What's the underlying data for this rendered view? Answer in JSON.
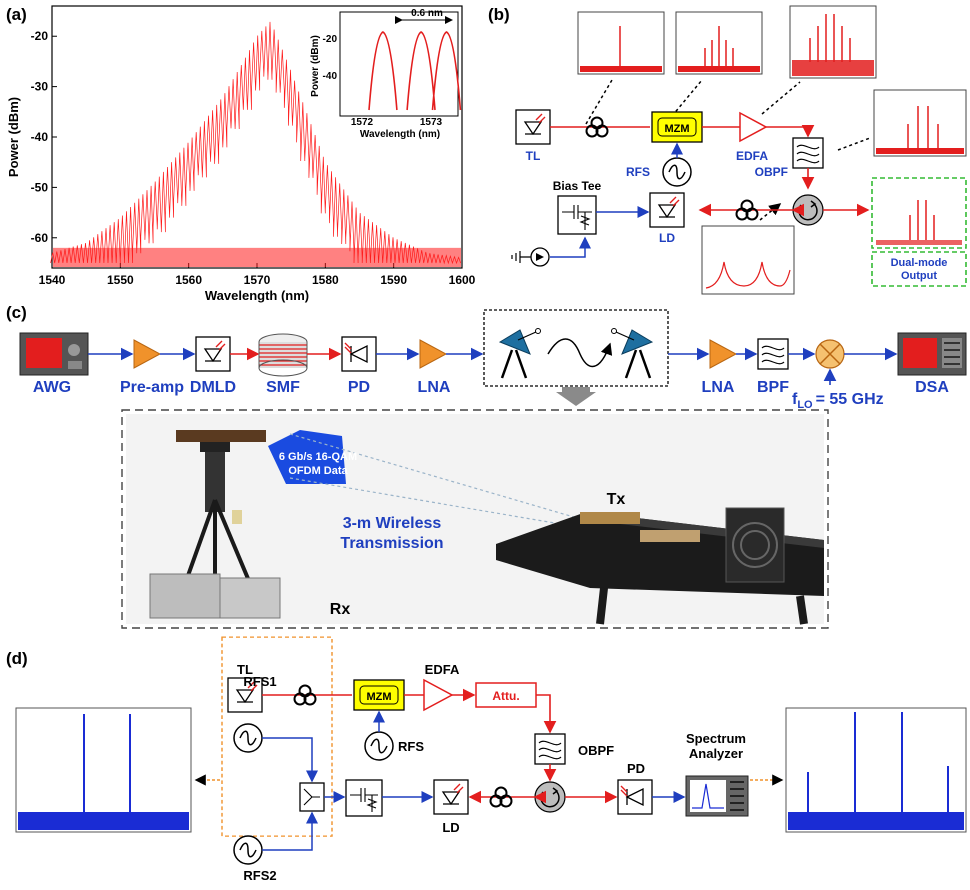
{
  "panels": {
    "a": "(a)",
    "b": "(b)",
    "c": "(c)",
    "d": "(d)"
  },
  "chart_data": {
    "type": "line",
    "xlabel": "Wavelength (nm)",
    "ylabel": "Power (dBm)",
    "xlim": [
      1540,
      1600
    ],
    "ylim": [
      -66,
      -14
    ],
    "xticks": [
      1540,
      1550,
      1560,
      1570,
      1580,
      1590,
      1600
    ],
    "yticks": [
      -60,
      -50,
      -40,
      -30,
      -20
    ],
    "envelope_x": [
      1540,
      1545,
      1550,
      1555,
      1560,
      1565,
      1568,
      1570,
      1572,
      1575,
      1580,
      1585,
      1590,
      1595,
      1600
    ],
    "envelope_y": [
      -63,
      -61,
      -56,
      -49,
      -41,
      -32,
      -25,
      -20,
      -17,
      -27,
      -45,
      -55,
      -60,
      -63,
      -64
    ],
    "line_spacing_nm": 0.6,
    "color": "#ff1a1a",
    "inset": {
      "xlabel": "Wavelength (nm)",
      "ylabel": "Power (dBm)",
      "xticks": [
        1572,
        1573
      ],
      "yticks": [
        -20,
        -40
      ],
      "xlim": [
        1571.6,
        1573.3
      ],
      "peaks_x": [
        1572.15,
        1572.75,
        1573.15
      ],
      "annotation": "0.6 nm"
    }
  },
  "panel_b": {
    "tl": "TL",
    "mzm": "MZM",
    "rfs": "RFS",
    "edfa": "EDFA",
    "obpf": "OBPF",
    "bias_tee": "Bias Tee",
    "ld": "LD",
    "output": "Dual-mode Output"
  },
  "panel_c": {
    "awg": "AWG",
    "preamp": "Pre-amp",
    "dmld": "DMLD",
    "smf": "SMF",
    "pd": "PD",
    "lna1": "LNA",
    "lna2": "LNA",
    "bpf": "BPF",
    "flo_f": "f",
    "flo_sub": "LO",
    "flo_val": "= 55 GHz",
    "dsa": "DSA",
    "photo_data_1": "6 Gb/s 16-QAM",
    "photo_data_2": "OFDM Data",
    "photo_wireless_1": "3-m Wireless",
    "photo_wireless_2": "Transmission",
    "tx": "Tx",
    "rx": "Rx"
  },
  "panel_d": {
    "tl": "TL",
    "mzm": "MZM",
    "edfa": "EDFA",
    "attu": "Attu.",
    "rfs": "RFS",
    "obpf": "OBPF",
    "rfs1": "RFS1",
    "rfs2": "RFS2",
    "ld": "LD",
    "pd": "PD",
    "spectrum_1": "Spectrum",
    "spectrum_2": "Analyzer"
  }
}
